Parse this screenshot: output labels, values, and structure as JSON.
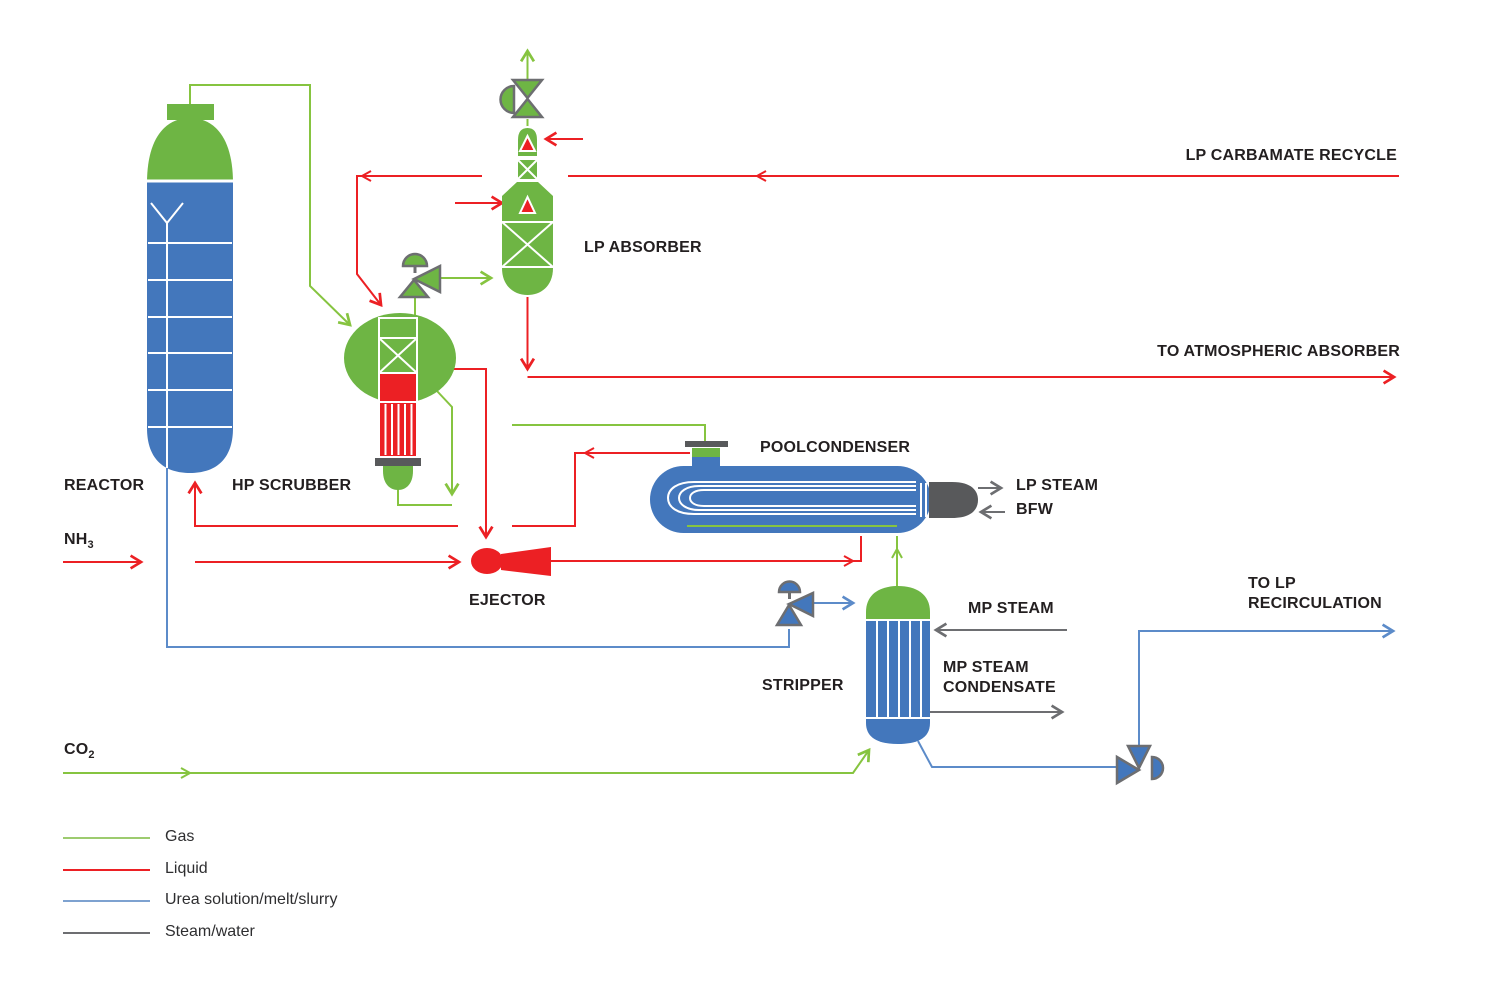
{
  "equipment": {
    "reactor": "REACTOR",
    "hp_scrubber": "HP SCRUBBER",
    "lp_absorber": "LP ABSORBER",
    "poolcondenser": "POOLCONDENSER",
    "ejector": "EJECTOR",
    "stripper": "STRIPPER"
  },
  "streams": {
    "nh3": {
      "base": "NH",
      "sub": "3"
    },
    "co2": {
      "base": "CO",
      "sub": "2"
    },
    "lp_carbamate_recycle": "LP CARBAMATE RECYCLE",
    "to_atmospheric_absorber": "TO ATMOSPHERIC ABSORBER",
    "lp_steam": "LP STEAM",
    "bfw": "BFW",
    "mp_steam": "MP STEAM",
    "mp_steam_condensate": "MP STEAM CONDENSATE",
    "to_lp_recirculation": "TO LP RECIRCULATION"
  },
  "legend": {
    "items": [
      {
        "label": "Gas",
        "color": "#9DCB6F"
      },
      {
        "label": "Liquid",
        "color": "#EC2024"
      },
      {
        "label": "Urea solution/melt/slurry",
        "color": "#7EA2D0"
      },
      {
        "label": "Steam/water",
        "color": "#6D6E71"
      }
    ]
  },
  "colors": {
    "gas_line": "#86C440",
    "liquid_line": "#EC2024",
    "urea_line": "#5C8BC9",
    "steam_line": "#6D6E71",
    "vessel_green": "#6EB544",
    "vessel_blue": "#4377BC",
    "vessel_red": "#EC2024",
    "hardware_gray": "#58595B",
    "text": "#231F20"
  }
}
